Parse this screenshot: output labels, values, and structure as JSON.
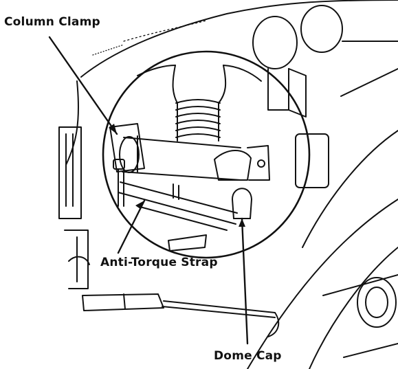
{
  "labels": {
    "column_clamp": "Column Clamp",
    "anti_torque_strap": "Anti-Torque Strap",
    "dome_cap": "Dome Cap"
  },
  "colors": {
    "ink": "#111111",
    "paper": "#ffffff"
  }
}
